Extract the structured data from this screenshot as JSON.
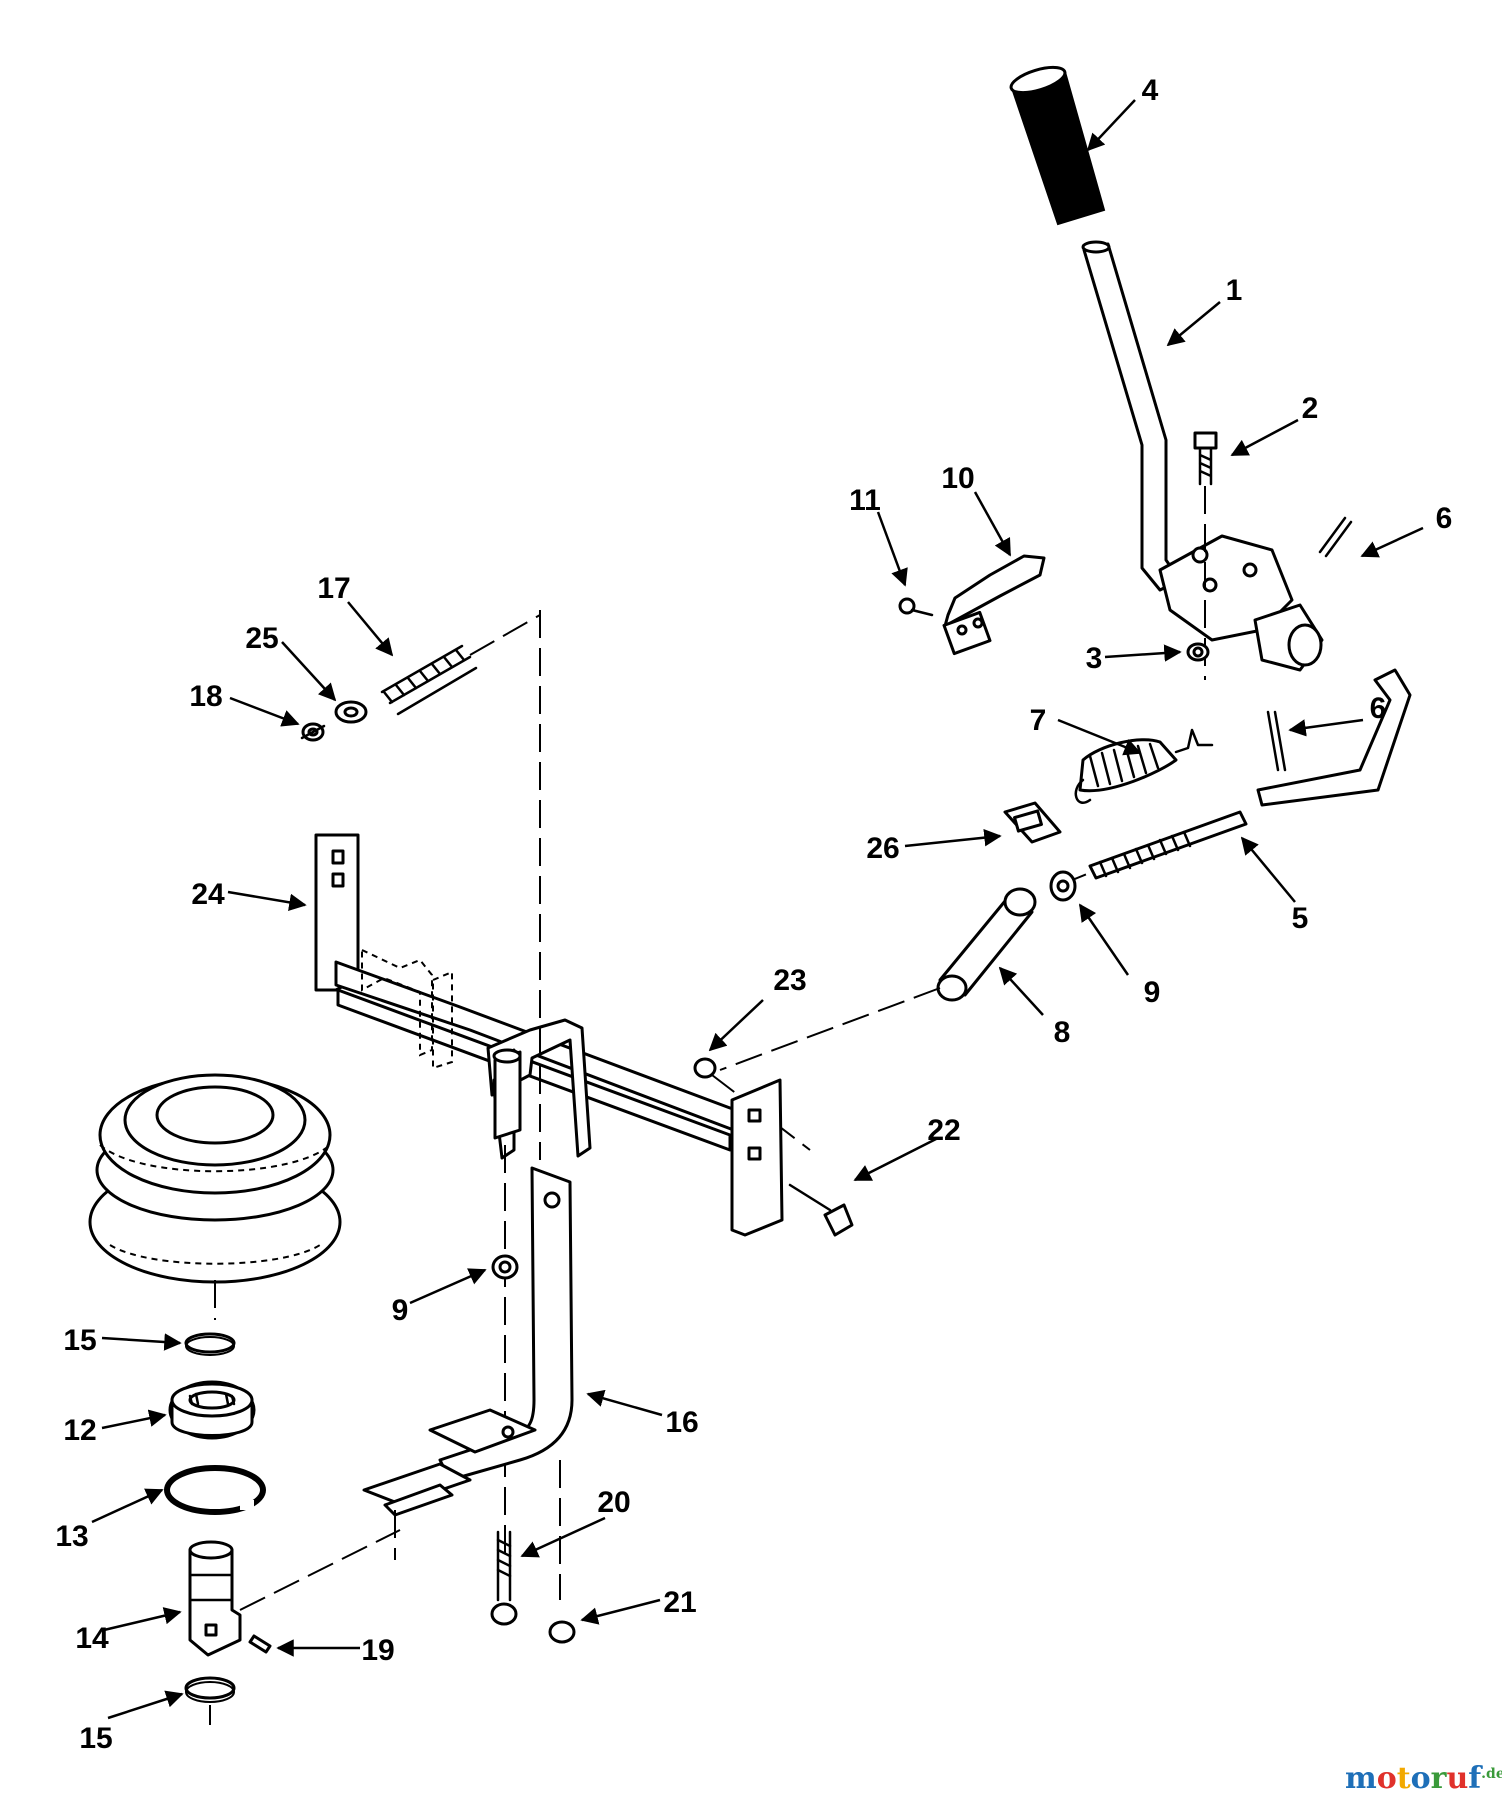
{
  "labels": {
    "1": "1",
    "2": "2",
    "3": "3",
    "4": "4",
    "5": "5",
    "6a": "6",
    "6b": "6",
    "7": "7",
    "8": "8",
    "9a": "9",
    "9b": "9",
    "10": "10",
    "11": "11",
    "12": "12",
    "13": "13",
    "14": "14",
    "15a": "15",
    "15b": "15",
    "16": "16",
    "17": "17",
    "18": "18",
    "19": "19",
    "20": "20",
    "21": "21",
    "22": "22",
    "23": "23",
    "24": "24",
    "25": "25",
    "26": "26"
  },
  "watermark": {
    "text_parts": [
      "m",
      "o",
      "t",
      "o",
      "r",
      "u",
      "f"
    ],
    "suffix": ".de",
    "colors": [
      "#1e6fb8",
      "#e0312b",
      "#f2a900",
      "#1e6fb8",
      "#3a9a3a",
      "#e0312b",
      "#1e6fb8"
    ]
  }
}
